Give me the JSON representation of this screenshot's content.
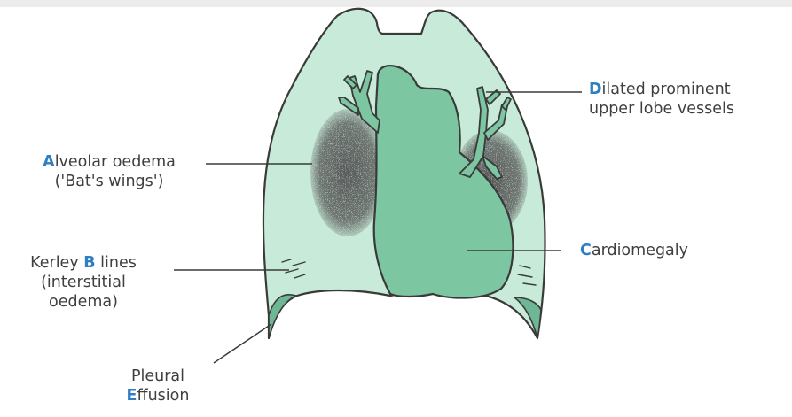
{
  "colors": {
    "lung_fill": "#c8ead8",
    "heart_fill": "#7cc6a2",
    "outline": "#3a3a3a",
    "pleural_fill": "#6fb695",
    "label_text": "#3f3f3f",
    "letter_accent": "#2f7ec1"
  },
  "labels": {
    "dilated_vessels": {
      "letter": "D",
      "line1_rest": "ilated prominent",
      "line2": "upper lobe vessels"
    },
    "alveolar_oedema": {
      "letter": "A",
      "line1_rest": "lveolar oedema",
      "line2": "('Bat's wings')"
    },
    "kerley_b_lines": {
      "line1_pre": "Kerley ",
      "letter": "B",
      "line1_post": " lines",
      "line2": "(interstitial",
      "line3": "oedema)"
    },
    "cardiomegaly": {
      "letter": "C",
      "rest": "ardiomegaly"
    },
    "pleural_effusion": {
      "line1": "Pleural",
      "letter": "E",
      "line2_rest": "ffusion"
    }
  }
}
